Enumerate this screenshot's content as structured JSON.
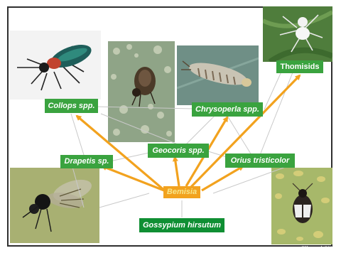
{
  "labels": {
    "collops": "Collops",
    "collops_suffix": "spp.",
    "chrysoperla": "Chrysoperla",
    "chrysoperla_suffix": "spp.",
    "thomisids": "Thomisids",
    "drapetis": "Drapetis",
    "drapetis_suffix": "sp.",
    "geocoris": "Geocoris",
    "geocoris_suffix": "spp.",
    "orius": "Orius tristicolor",
    "bemisia": "Bemisia",
    "host": "Gossypium hirsutum"
  },
  "credit": "Ellsworth/UA",
  "colors": {
    "predator_label": "#3aa33f",
    "host_label": "#0f8f33",
    "herbivore_label": "#f2a21e",
    "arrow": "#f2a21e",
    "link": "#c9c9c9"
  },
  "photos": [
    "collops-beetle-photo",
    "geocoris-bug-photo",
    "chrysoperla-larva-photo",
    "thomisid-spider-photo",
    "drapetis-fly-photo",
    "orius-bug-photo"
  ]
}
